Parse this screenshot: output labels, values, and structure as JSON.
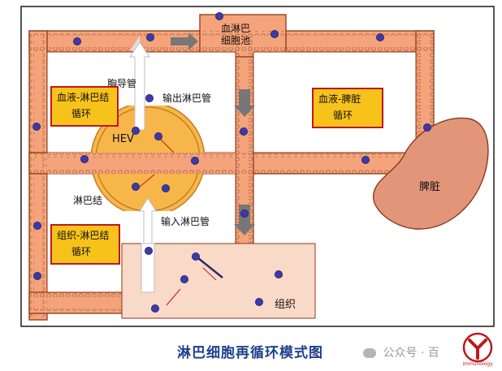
{
  "diagram": {
    "labels": {
      "lymph_sinus_pool": [
        "血淋巴",
        "细胞池"
      ],
      "thoracic_duct": "胸导管",
      "efferent_lymphatic": "输出淋巴管",
      "hev": "HEV",
      "lymph_node": "淋巴结",
      "afferent_lymphatic": "输入淋巴管",
      "spleen": "脾脏",
      "tissue": "组织"
    },
    "boxes": {
      "blood_lymph_node": [
        "血液-淋巴结",
        "循环"
      ],
      "blood_spleen": [
        "血液-脾脏",
        "循环"
      ],
      "tissue_lymph_node": [
        "组织-淋巴结",
        "循环"
      ]
    },
    "caption": "淋巴细胞再循环模式图",
    "colors": {
      "vessel": "#f5a37a",
      "vessel_border": "#8a3a1a",
      "cell": "#3d3aa8",
      "node": "#f6b64a",
      "spleen": "#e3957a",
      "arrow": "#777777",
      "box_fill": "#f7c31b",
      "box_border": "#c0171c",
      "caption": "#1f3f8f"
    }
  },
  "watermark": {
    "icon": "wechat-icon",
    "text": "公众号 · 百"
  },
  "logo": {
    "icon": "immunology-logo-icon",
    "text": "immunology"
  }
}
